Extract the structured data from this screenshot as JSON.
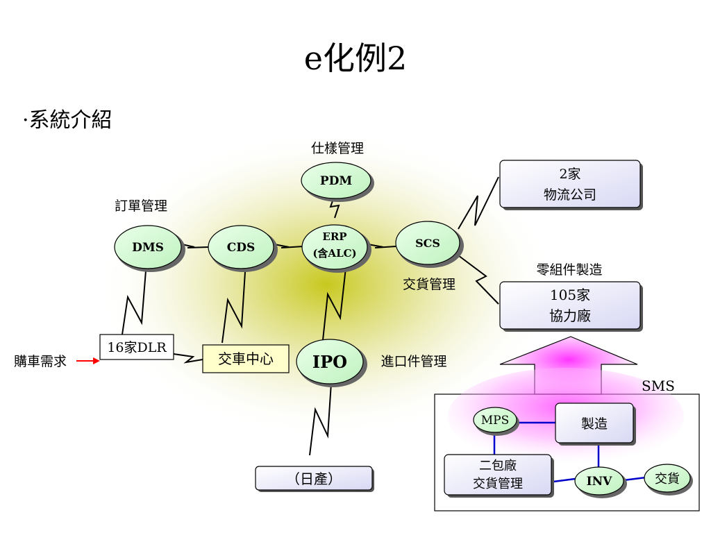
{
  "slide": {
    "title": "e化例2",
    "subtitle": "·系統介紹"
  },
  "labels": {
    "spec_mgmt": "仕樣管理",
    "order_mgmt": "訂單管理",
    "delivery_mgmt": "交貨管理",
    "import_parts_mgmt": "進口件管理",
    "parts_mfg": "零組件製造",
    "car_demand": "購車需求",
    "sms": "SMS"
  },
  "nodes": {
    "pdm": "PDM",
    "dms": "DMS",
    "cds": "CDS",
    "erp_line1": "ERP",
    "erp_line2": "(含ALC)",
    "scs": "SCS",
    "ipo": "IPO",
    "mps": "MPS",
    "inv": "INV",
    "delivery": "交貨"
  },
  "boxes": {
    "logistics_line1": "2家",
    "logistics_line2": "物流公司",
    "suppliers_line1": "105家",
    "suppliers_line2": "協力廠",
    "dlr": "16家DLR",
    "delivery_center": "交車中心",
    "nissan": "（日產）",
    "manufacture": "製造",
    "subcontract_line1": "二包廠",
    "subcontract_line2": "交貨管理"
  },
  "colors": {
    "node_fill": "#ccffcc",
    "box_fill": "#e6e6fa",
    "glow_center": "#cccc22",
    "sms_glow": "#ff33ff",
    "sms_link": "#0000cc",
    "arrow": "#ff0000"
  }
}
